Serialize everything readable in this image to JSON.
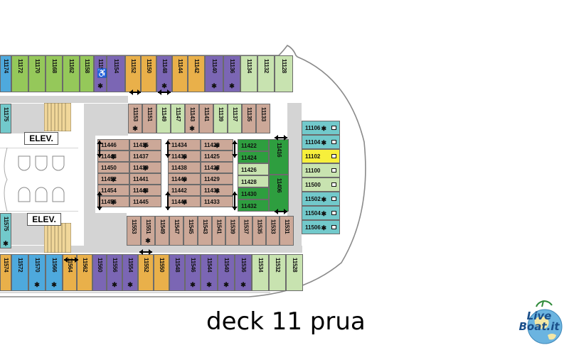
{
  "title": "deck 11 prua",
  "elevator_label": "ELEV.",
  "logo": {
    "text": "Live Boat.it"
  },
  "colors": {
    "green": "#95c85a",
    "purple": "#7b66b4",
    "orange": "#e9b04a",
    "light_green": "#c8e3b0",
    "tan": "#cca898",
    "teal": "#72c9cb",
    "yellow": "#f7ef3b",
    "dark_green": "#2e9e3f",
    "blue": "#4ea9dd",
    "grey": "#d4d4d4"
  },
  "icons": [
    "accessible-icon",
    "star-icon",
    "double-arrow-icon",
    "sofa-bed-icon"
  ],
  "cabins": {
    "top_row": [
      {
        "n": "11174",
        "c": "blue"
      },
      {
        "n": "11172",
        "c": "green"
      },
      {
        "n": "11170",
        "c": "green"
      },
      {
        "n": "11168",
        "c": "green"
      },
      {
        "n": "11162",
        "c": "green"
      },
      {
        "n": "11158",
        "c": "green"
      },
      {
        "n": "11156",
        "c": "purple",
        "s": true
      },
      {
        "n": "11154",
        "c": "purple"
      },
      {
        "n": "11152",
        "c": "orange"
      },
      {
        "n": "11150",
        "c": "orange"
      },
      {
        "n": "11148",
        "c": "purple",
        "s": true
      },
      {
        "n": "11144",
        "c": "orange"
      },
      {
        "n": "11142",
        "c": "orange"
      },
      {
        "n": "11140",
        "c": "purple",
        "s": true
      },
      {
        "n": "11136",
        "c": "purple",
        "s": true
      },
      {
        "n": "11134",
        "c": "light_green"
      },
      {
        "n": "11132",
        "c": "light_green"
      },
      {
        "n": "11128",
        "c": "light_green"
      }
    ],
    "bottom_row": [
      {
        "n": "11574",
        "c": "orange"
      },
      {
        "n": "11572",
        "c": "blue"
      },
      {
        "n": "11570",
        "c": "blue",
        "s": true
      },
      {
        "n": "11566",
        "c": "blue",
        "s": true
      },
      {
        "n": "11564",
        "c": "orange"
      },
      {
        "n": "11562",
        "c": "orange"
      },
      {
        "n": "11560",
        "c": "purple"
      },
      {
        "n": "11556",
        "c": "purple",
        "s": true
      },
      {
        "n": "11554",
        "c": "purple",
        "s": true
      },
      {
        "n": "11552",
        "c": "orange"
      },
      {
        "n": "11550",
        "c": "orange"
      },
      {
        "n": "11548",
        "c": "purple"
      },
      {
        "n": "11546",
        "c": "purple",
        "s": true
      },
      {
        "n": "11544",
        "c": "purple",
        "s": true
      },
      {
        "n": "11540",
        "c": "purple",
        "s": true
      },
      {
        "n": "11536",
        "c": "purple",
        "s": true
      },
      {
        "n": "11534",
        "c": "light_green"
      },
      {
        "n": "11532",
        "c": "light_green"
      },
      {
        "n": "11528",
        "c": "light_green"
      }
    ],
    "upper_inner": [
      {
        "n": "11153",
        "c": "tan",
        "s": true
      },
      {
        "n": "11151",
        "c": "tan"
      },
      {
        "n": "11149",
        "c": "light_green"
      },
      {
        "n": "11147",
        "c": "light_green"
      },
      {
        "n": "11143",
        "c": "tan",
        "s": true
      },
      {
        "n": "11141",
        "c": "tan"
      },
      {
        "n": "11139",
        "c": "light_green"
      },
      {
        "n": "11137",
        "c": "light_green"
      },
      {
        "n": "11135",
        "c": "tan"
      },
      {
        "n": "11133",
        "c": "tan"
      }
    ],
    "lower_inner": [
      {
        "n": "11553",
        "c": "tan"
      },
      {
        "n": "11551",
        "c": "tan",
        "s": true
      },
      {
        "n": "11549",
        "c": "tan"
      },
      {
        "n": "11547",
        "c": "tan"
      },
      {
        "n": "11545",
        "c": "tan"
      },
      {
        "n": "11543",
        "c": "tan"
      },
      {
        "n": "11541",
        "c": "tan"
      },
      {
        "n": "11539",
        "c": "tan"
      },
      {
        "n": "11537",
        "c": "tan"
      },
      {
        "n": "11535",
        "c": "tan"
      },
      {
        "n": "11533",
        "c": "tan"
      },
      {
        "n": "11531",
        "c": "tan"
      }
    ],
    "side_left": [
      {
        "n": "11175",
        "c": "teal"
      },
      {
        "n": "11575",
        "c": "teal",
        "s": true
      }
    ],
    "block_a": [
      {
        "n": "11446",
        "s": false
      },
      {
        "n": "11435",
        "s": true
      },
      {
        "n": "11448",
        "s": true
      },
      {
        "n": "11437",
        "s": false
      },
      {
        "n": "11450",
        "s": false
      },
      {
        "n": "11439",
        "s": true
      },
      {
        "n": "11452",
        "s": true
      },
      {
        "n": "11441",
        "s": false
      },
      {
        "n": "11454",
        "s": false
      },
      {
        "n": "11443",
        "s": true
      },
      {
        "n": "11456",
        "s": true
      },
      {
        "n": "11445",
        "s": false
      }
    ],
    "block_b": [
      {
        "n": "11434",
        "s": false
      },
      {
        "n": "11423",
        "s": true
      },
      {
        "n": "11436",
        "s": true
      },
      {
        "n": "11425",
        "s": false
      },
      {
        "n": "11438",
        "s": false
      },
      {
        "n": "11427",
        "s": true
      },
      {
        "n": "11440",
        "s": true
      },
      {
        "n": "11429",
        "s": false
      },
      {
        "n": "11442",
        "s": false
      },
      {
        "n": "11431",
        "s": true
      },
      {
        "n": "11444",
        "s": true
      },
      {
        "n": "11433",
        "s": false
      }
    ],
    "block_c": [
      {
        "n": "11422",
        "c": "dark_green"
      },
      {
        "n": "11424",
        "c": "dark_green"
      },
      {
        "n": "11426",
        "c": "light_green"
      },
      {
        "n": "11428",
        "c": "light_green"
      },
      {
        "n": "11430",
        "c": "dark_green"
      },
      {
        "n": "11432",
        "c": "dark_green"
      }
    ],
    "block_c_vertical": [
      {
        "n": "11416",
        "c": "dark_green"
      },
      {
        "n": "11406",
        "c": "dark_green"
      }
    ],
    "right_column": [
      {
        "n": "11106",
        "c": "teal",
        "s": true
      },
      {
        "n": "11104",
        "c": "teal",
        "s": true
      },
      {
        "n": "11102",
        "c": "yellow"
      },
      {
        "n": "11100",
        "c": "light_green"
      },
      {
        "n": "11500",
        "c": "light_green"
      },
      {
        "n": "11502",
        "c": "teal",
        "s": true
      },
      {
        "n": "11504",
        "c": "teal",
        "s": true
      },
      {
        "n": "11506",
        "c": "teal",
        "s": true
      }
    ]
  }
}
